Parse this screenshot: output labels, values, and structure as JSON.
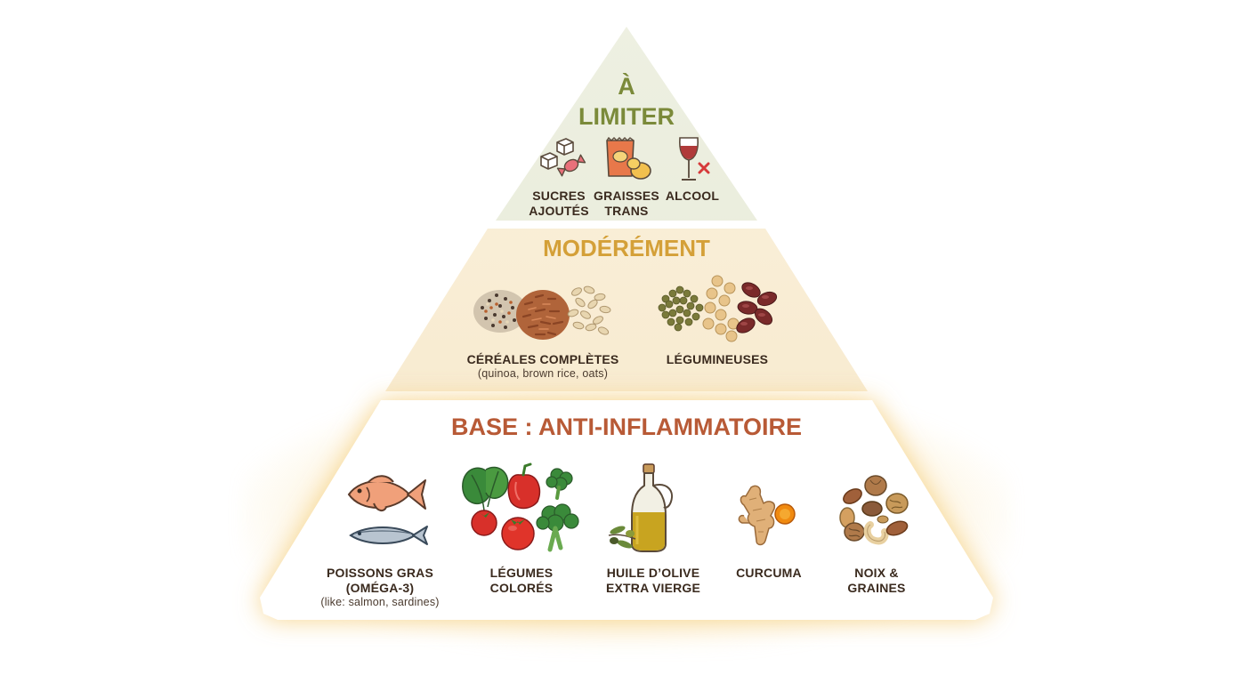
{
  "top": {
    "title_line1": "À",
    "title_line2": "LIMITER",
    "items": [
      {
        "label_line1": "SUCRES",
        "label_line2": "AJOUTÉS",
        "icon": "sugar-cubes-candy-icon"
      },
      {
        "label_line1": "GRAISSES",
        "label_line2": "TRANS",
        "icon": "chips-bag-icon"
      },
      {
        "label_line1": "ALCOOL",
        "label_line2": "",
        "icon": "wine-glass-icon"
      }
    ]
  },
  "middle": {
    "title": "MODÉRÉMENT",
    "items": [
      {
        "label": "CÉRÉALES COMPLÈTES",
        "sub": "(quinoa, brown rice, oats)",
        "icon": "whole-grains-icon"
      },
      {
        "label": "LÉGUMINEUSES",
        "sub": "",
        "icon": "legumes-icon"
      }
    ]
  },
  "base": {
    "title": "BASE : ANTI-INFLAMMATOIRE",
    "items": [
      {
        "label_line1": "POISSONS GRAS",
        "label_line2": "(OMÉGA-3)",
        "sub": "(like: salmon, sardines)",
        "icon": "fish-icon"
      },
      {
        "label_line1": "LÉGUMES",
        "label_line2": "COLORÉS",
        "sub": "",
        "icon": "vegetables-icon"
      },
      {
        "label_line1": "HUILE D’OLIVE",
        "label_line2": "EXTRA VIERGE",
        "sub": "",
        "icon": "olive-oil-bottle-icon"
      },
      {
        "label_line1": "CURCUMA",
        "label_line2": "",
        "sub": "",
        "icon": "turmeric-root-icon"
      },
      {
        "label_line1": "NOIX &",
        "label_line2": "GRAINES",
        "sub": "",
        "icon": "nuts-seeds-icon"
      }
    ]
  },
  "colors": {
    "top_title": "#7b8a3a",
    "middle_title": "#d4a038",
    "base_title": "#b85a36",
    "text": "#3a2a1e"
  }
}
